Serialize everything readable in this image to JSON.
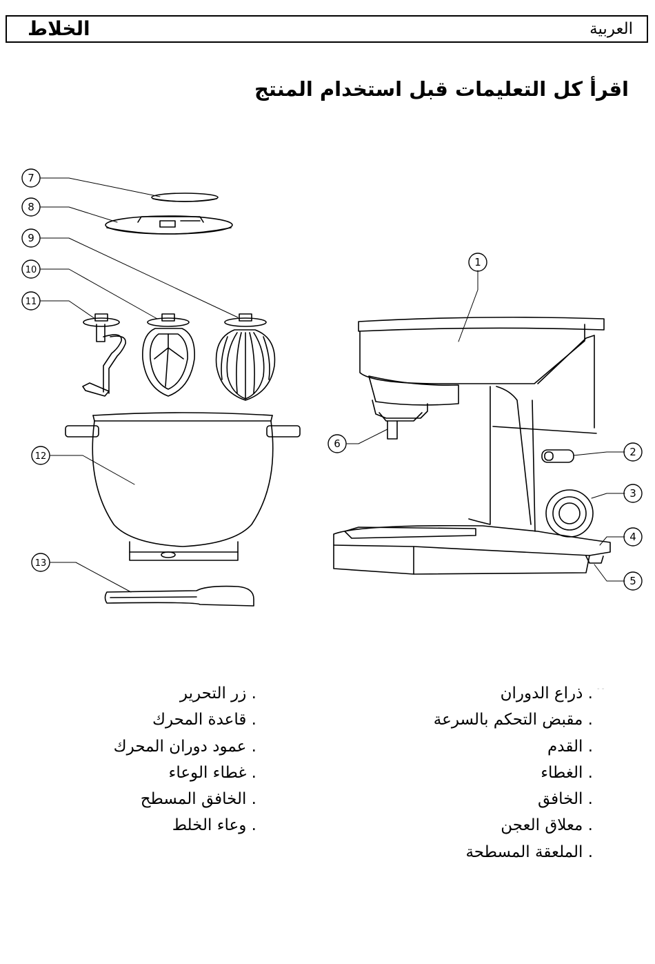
{
  "header": {
    "title": "الخلاط",
    "language": "العربية"
  },
  "page_title": "اقرأ كل التعليمات قبل استخدام المنتج",
  "callouts": [
    "1",
    "2",
    "3",
    "4",
    "5",
    "6",
    "7",
    "8",
    "9",
    "10",
    "11",
    "12",
    "13"
  ],
  "parts_right": [
    ". ذراع الدوران",
    ". مقبض التحكم بالسرعة",
    ". القدم",
    ". الغطاء",
    ". الخافق",
    ". معلاق العجن",
    ". الملعقة المسطحة"
  ],
  "parts_left": [
    ". زر التحرير",
    ". قاعدة المحرك",
    ". عمود دوران المحرك",
    ". غطاء الوعاء",
    ". الخافق المسطح",
    ". وعاء الخلط"
  ],
  "colors": {
    "line": "#000000",
    "background": "#ffffff"
  }
}
